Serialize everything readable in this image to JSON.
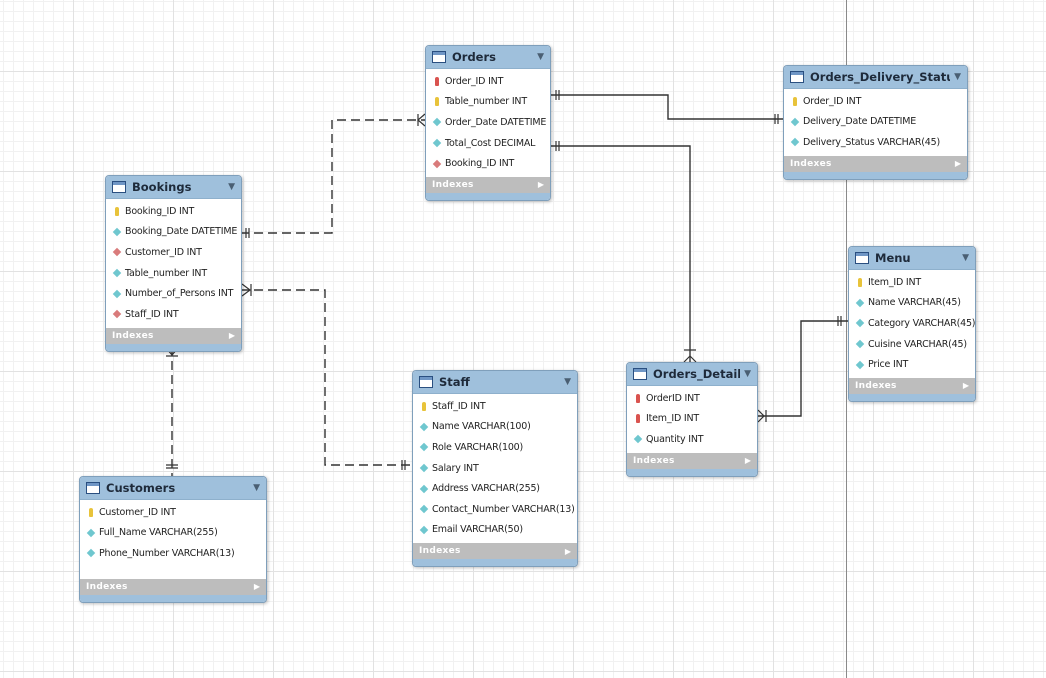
{
  "indexes_label": "Indexes",
  "tables": {
    "orders": {
      "title": "Orders",
      "columns": [
        {
          "text": "Order_ID INT",
          "kind": "pk-red"
        },
        {
          "text": "Table_number INT",
          "kind": "pk"
        },
        {
          "text": "Order_Date DATETIME",
          "kind": "col"
        },
        {
          "text": "Total_Cost DECIMAL",
          "kind": "col"
        },
        {
          "text": "Booking_ID INT",
          "kind": "fk"
        }
      ]
    },
    "orders_delivery_status": {
      "title": "Orders_Delivery_Status",
      "columns": [
        {
          "text": "Order_ID INT",
          "kind": "pk"
        },
        {
          "text": "Delivery_Date DATETIME",
          "kind": "col"
        },
        {
          "text": "Delivery_Status VARCHAR(45)",
          "kind": "col"
        }
      ]
    },
    "bookings": {
      "title": "Bookings",
      "columns": [
        {
          "text": "Booking_ID INT",
          "kind": "pk"
        },
        {
          "text": "Booking_Date DATETIME",
          "kind": "col"
        },
        {
          "text": "Customer_ID INT",
          "kind": "fk"
        },
        {
          "text": "Table_number INT",
          "kind": "col"
        },
        {
          "text": "Number_of_Persons INT",
          "kind": "col"
        },
        {
          "text": "Staff_ID INT",
          "kind": "fk"
        }
      ]
    },
    "menu": {
      "title": "Menu",
      "columns": [
        {
          "text": "Item_ID INT",
          "kind": "pk"
        },
        {
          "text": "Name VARCHAR(45)",
          "kind": "col"
        },
        {
          "text": "Category VARCHAR(45)",
          "kind": "col"
        },
        {
          "text": "Cuisine VARCHAR(45)",
          "kind": "col"
        },
        {
          "text": "Price INT",
          "kind": "col"
        }
      ]
    },
    "staff": {
      "title": "Staff",
      "columns": [
        {
          "text": "Staff_ID INT",
          "kind": "pk"
        },
        {
          "text": "Name VARCHAR(100)",
          "kind": "col"
        },
        {
          "text": "Role VARCHAR(100)",
          "kind": "col"
        },
        {
          "text": "Salary INT",
          "kind": "col"
        },
        {
          "text": "Address VARCHAR(255)",
          "kind": "col"
        },
        {
          "text": "Contact_Number VARCHAR(13)",
          "kind": "col"
        },
        {
          "text": "Email VARCHAR(50)",
          "kind": "col"
        }
      ]
    },
    "orders_details": {
      "title": "Orders_Details",
      "columns": [
        {
          "text": "OrderID INT",
          "kind": "pk-red"
        },
        {
          "text": "Item_ID INT",
          "kind": "pk-red"
        },
        {
          "text": "Quantity INT",
          "kind": "col"
        }
      ]
    },
    "customers": {
      "title": "Customers",
      "columns": [
        {
          "text": "Customer_ID INT",
          "kind": "pk"
        },
        {
          "text": "Full_Name VARCHAR(255)",
          "kind": "col"
        },
        {
          "text": "Phone_Number VARCHAR(13)",
          "kind": "col"
        }
      ]
    }
  }
}
